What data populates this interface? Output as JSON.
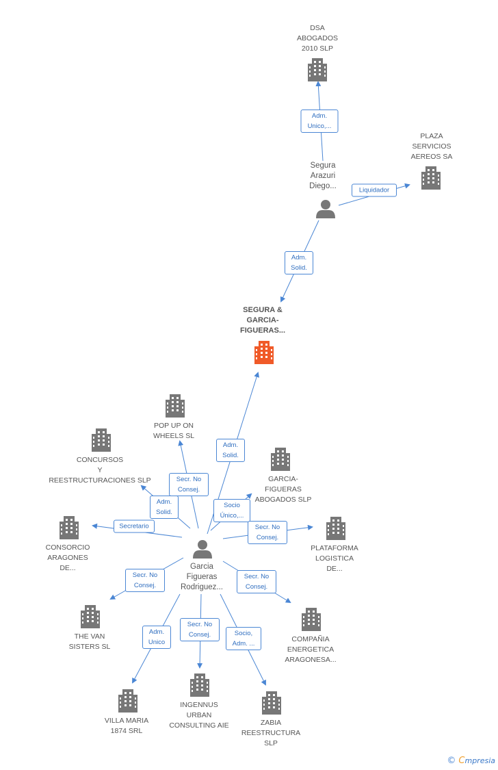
{
  "nodes": {
    "dsa": "DSA\nABOGADOS\n2010 SLP",
    "plaza": "PLAZA\nSERVICIOS\nAEREOS SA",
    "segura_arazuri": "Segura\nArazuri\nDiego...",
    "main": "SEGURA &\nGARCIA-\nFIGUERAS...",
    "popup": "POP UP ON\nWHEELS  SL",
    "concursos": "CONCURSOS\nY\nREESTRUCTURACIONES SLP",
    "garcia_abogados": "GARCIA-\nFIGUERAS\nABOGADOS SLP",
    "consorcio": "CONSORCIO\nARAGONES\nDE...",
    "plataforma": "PLATAFORMA\nLOGISTICA\nDE...",
    "garcia_person": "Garcia\nFigueras\nRodriguez...",
    "van": "THE VAN\nSISTERS  SL",
    "compania": "COMPAÑIA\nENERGETICA\nARAGONESA...",
    "villa": "VILLA MARIA\n1874 SRL",
    "ingennus": "INGENNUS\nURBAN\nCONSULTING AIE",
    "zabia": "ZABIA\nREESTRUCTURA\nSLP"
  },
  "relations": {
    "r_dsa": "Adm.\nUnico,...",
    "r_plaza": "Liquidador",
    "r_main_top": "Adm.\nSolid.",
    "r_main_bottom": "Adm.\nSolid.",
    "r_popup": "Secr.  No\nConsej.",
    "r_concursos": "Adm.\nSolid.",
    "r_garcia_abog": "Socio\nÚnico,...",
    "r_consorcio": "Secretario",
    "r_plataforma": "Secr.  No\nConsej.",
    "r_van": "Secr.  No\nConsej.",
    "r_compania": "Secr.  No\nConsej.",
    "r_villa": "Adm.\nUnico",
    "r_ingennus": "Secr.  No\nConsej.",
    "r_zabia": "Socio,\nAdm. ..."
  },
  "brand": {
    "copyright": "©",
    "e": "C",
    "rest": "mpresia"
  },
  "colors": {
    "edge": "#4a86d4",
    "company_icon": "#777777",
    "main_icon": "#f05a28",
    "person_icon": "#777777"
  }
}
